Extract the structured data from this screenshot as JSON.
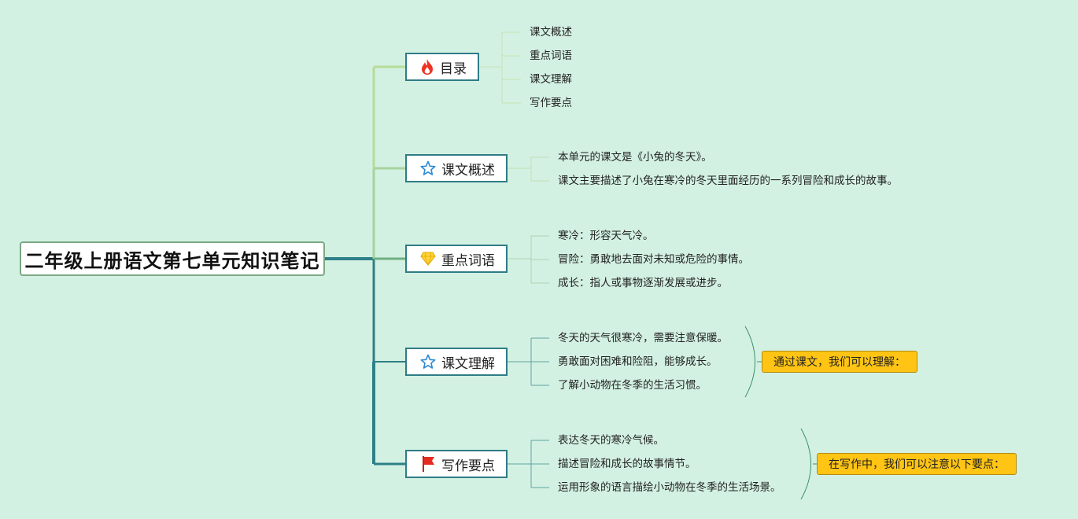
{
  "colors": {
    "background": "#d3f1e2",
    "branch_border": "#2f7c86",
    "summary_fill": "#ffc414"
  },
  "root": {
    "title": "二年级上册语文第七单元知识笔记"
  },
  "branches": [
    {
      "label": "目录",
      "icon": "fire-icon",
      "items": [
        "课文概述",
        "重点词语",
        "课文理解",
        "写作要点"
      ]
    },
    {
      "label": "课文概述",
      "icon": "star-icon",
      "items": [
        "本单元的课文是《小兔的冬天》。",
        "课文主要描述了小兔在寒冷的冬天里面经历的一系列冒险和成长的故事。"
      ]
    },
    {
      "label": "重点词语",
      "icon": "diamond-icon",
      "items": [
        "寒冷：形容天气冷。",
        "冒险：勇敢地去面对未知或危险的事情。",
        "成长：指人或事物逐渐发展或进步。"
      ]
    },
    {
      "label": "课文理解",
      "icon": "star-icon",
      "items": [
        "冬天的天气很寒冷，需要注意保暖。",
        "勇敢面对困难和险阻，能够成长。",
        "了解小动物在冬季的生活习惯。"
      ],
      "summary": "通过课文，我们可以理解："
    },
    {
      "label": "写作要点",
      "icon": "flag-icon",
      "items": [
        "表达冬天的寒冷气候。",
        "描述冒险和成长的故事情节。",
        "运用形象的语言描绘小动物在冬季的生活场景。"
      ],
      "summary": "在写作中，我们可以注意以下要点："
    }
  ]
}
